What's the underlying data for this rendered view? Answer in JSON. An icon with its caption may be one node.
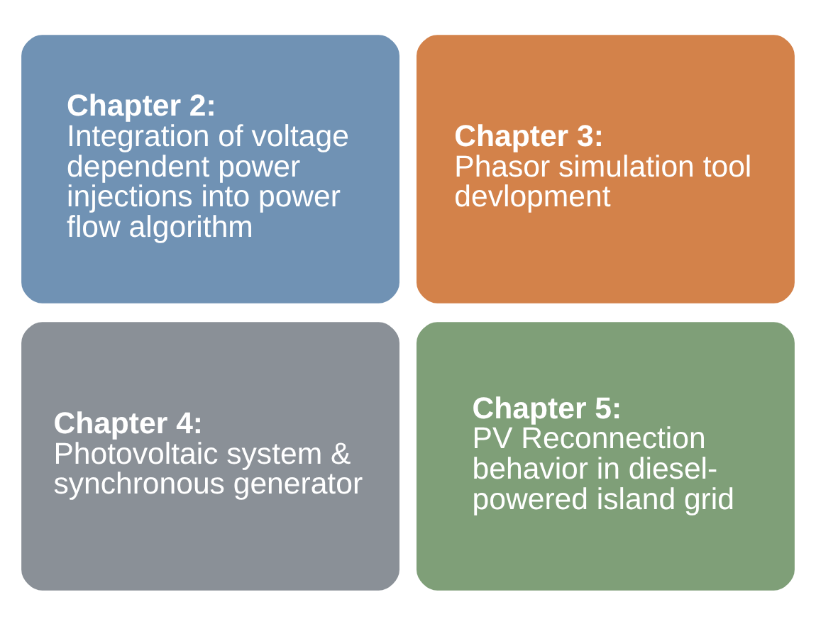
{
  "diagram": {
    "nodes": [
      {
        "text": [
          "Chapter 2:",
          "Integration of voltage dependent power injections into power flow algorithm"
        ]
      },
      {
        "text": [
          "Chapter 3:",
          "Phasor simulation tool devlopment"
        ]
      },
      {
        "text": [
          "Chapter 4:",
          "Photovoltaic system & synchronous generator"
        ]
      },
      {
        "text": [
          "Chapter 5:",
          "PV Reconnection behavior in diesel-powered island grid"
        ]
      }
    ],
    "edges": []
  }
}
